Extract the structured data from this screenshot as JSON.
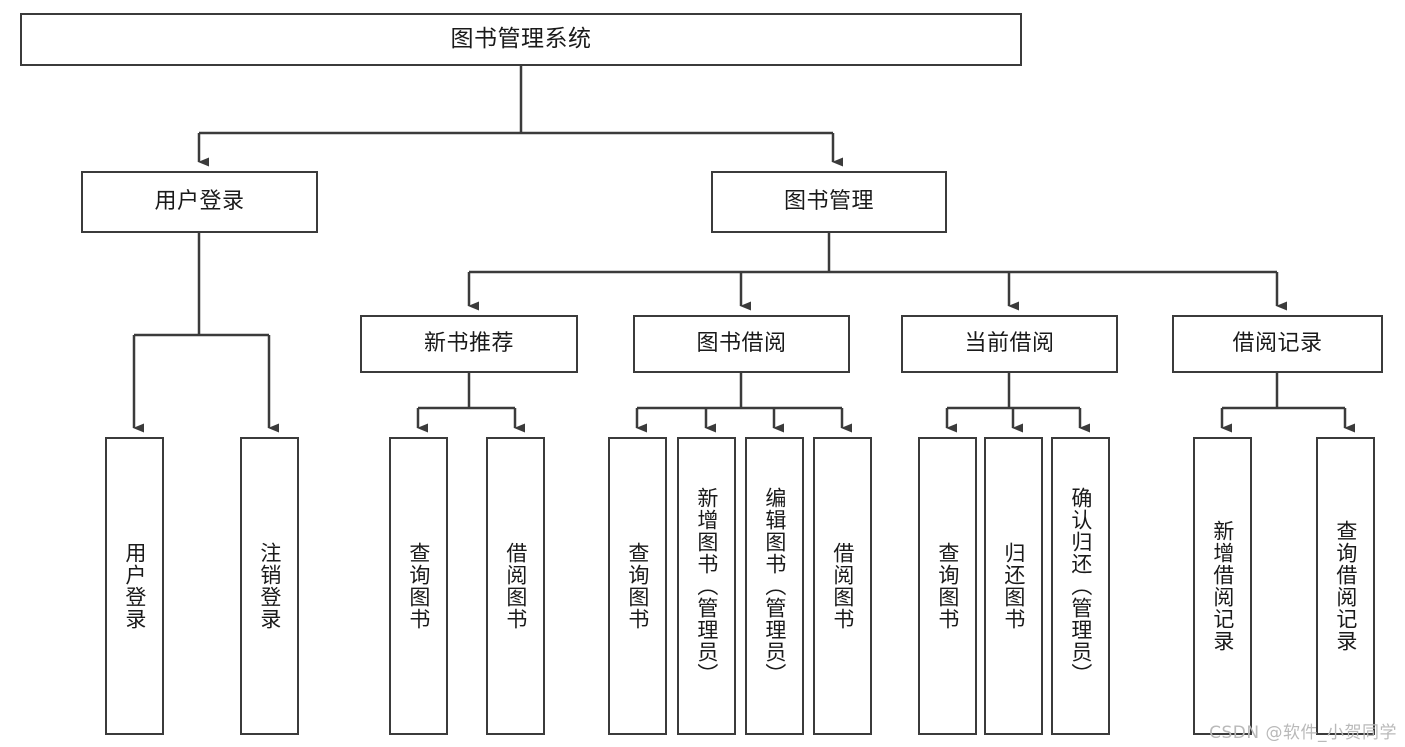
{
  "diagram": {
    "title": "图书管理系统",
    "type": "hierarchy-tree",
    "watermark": "CSDN @软件_小贺同学",
    "colors": {
      "stroke": "#3b3b3b",
      "fill": "#ffffff",
      "text": "#1a1a1a",
      "watermark": "#b9b9b9"
    },
    "nodes": {
      "root": {
        "label": "图书管理系统"
      },
      "level1": [
        {
          "label": "用户登录"
        },
        {
          "label": "图书管理"
        }
      ],
      "level2": [
        {
          "label": "新书推荐"
        },
        {
          "label": "图书借阅"
        },
        {
          "label": "当前借阅"
        },
        {
          "label": "借阅记录"
        }
      ],
      "leaves": {
        "user_login": [
          {
            "label": "用户登录"
          },
          {
            "label": "注销登录"
          }
        ],
        "new_book": [
          {
            "label": "查询图书"
          },
          {
            "label": "借阅图书"
          }
        ],
        "book_borrow": [
          {
            "label": "查询图书"
          },
          {
            "label": "新增图书（管理员）"
          },
          {
            "label": "编辑图书（管理员）"
          },
          {
            "label": "借阅图书"
          }
        ],
        "current_borrow": [
          {
            "label": "查询图书"
          },
          {
            "label": "归还图书"
          },
          {
            "label": "确认归还（管理员）"
          }
        ],
        "borrow_record": [
          {
            "label": "新增借阅记录"
          },
          {
            "label": "查询借阅记录"
          }
        ]
      }
    }
  }
}
